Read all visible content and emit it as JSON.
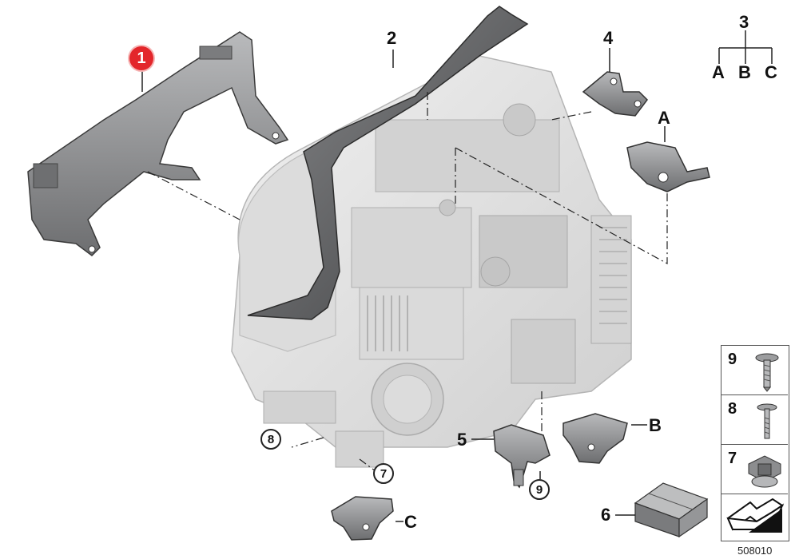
{
  "callouts": {
    "item_1": "1",
    "item_2": "2",
    "item_3": "3",
    "item_4": "4",
    "item_5": "5",
    "item_6": "6",
    "item_7": "7",
    "item_8": "8",
    "item_9": "9",
    "sub_a": "A",
    "sub_b": "B",
    "sub_c": "C"
  },
  "tree": {
    "root": "3",
    "children": [
      "A",
      "B",
      "C"
    ]
  },
  "legend": {
    "rows": [
      "9",
      "8",
      "7",
      ""
    ]
  },
  "diagram_id": "508010",
  "colors": {
    "highlight": "#e3262b",
    "part_dark": "#5e5f61",
    "part_light": "#e2e2e2",
    "outline": "#222222"
  },
  "icons": [
    "screw-icon",
    "bolt-icon",
    "clip-nut-icon",
    "bookmark-arrow-icon"
  ]
}
